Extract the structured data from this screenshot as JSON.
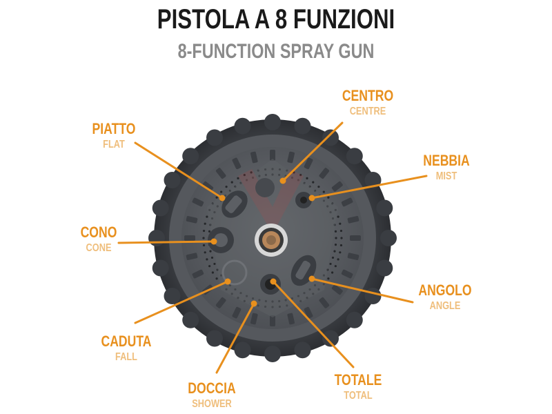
{
  "title": "PISTOLA A 8 FUNZIONI",
  "subtitle": "8-FUNCTION SPRAY GUN",
  "colors": {
    "accent": "#e8901e",
    "accent_light": "#efbe7c",
    "title": "#1a1a1a",
    "subtitle": "#8a8a8a",
    "nozzle": "#4a4d52"
  },
  "labels": {
    "centro": {
      "it": "CENTRO",
      "en": "CENTRE"
    },
    "piatto": {
      "it": "PIATTO",
      "en": "FLAT"
    },
    "nebbia": {
      "it": "NEBBIA",
      "en": "MIST"
    },
    "cono": {
      "it": "CONO",
      "en": "CONE"
    },
    "angolo": {
      "it": "ANGOLO",
      "en": "ANGLE"
    },
    "caduta": {
      "it": "CADUTA",
      "en": "FALL"
    },
    "doccia": {
      "it": "DOCCIA",
      "en": "SHOWER"
    },
    "totale": {
      "it": "TOTALE",
      "en": "TOTAL"
    }
  }
}
